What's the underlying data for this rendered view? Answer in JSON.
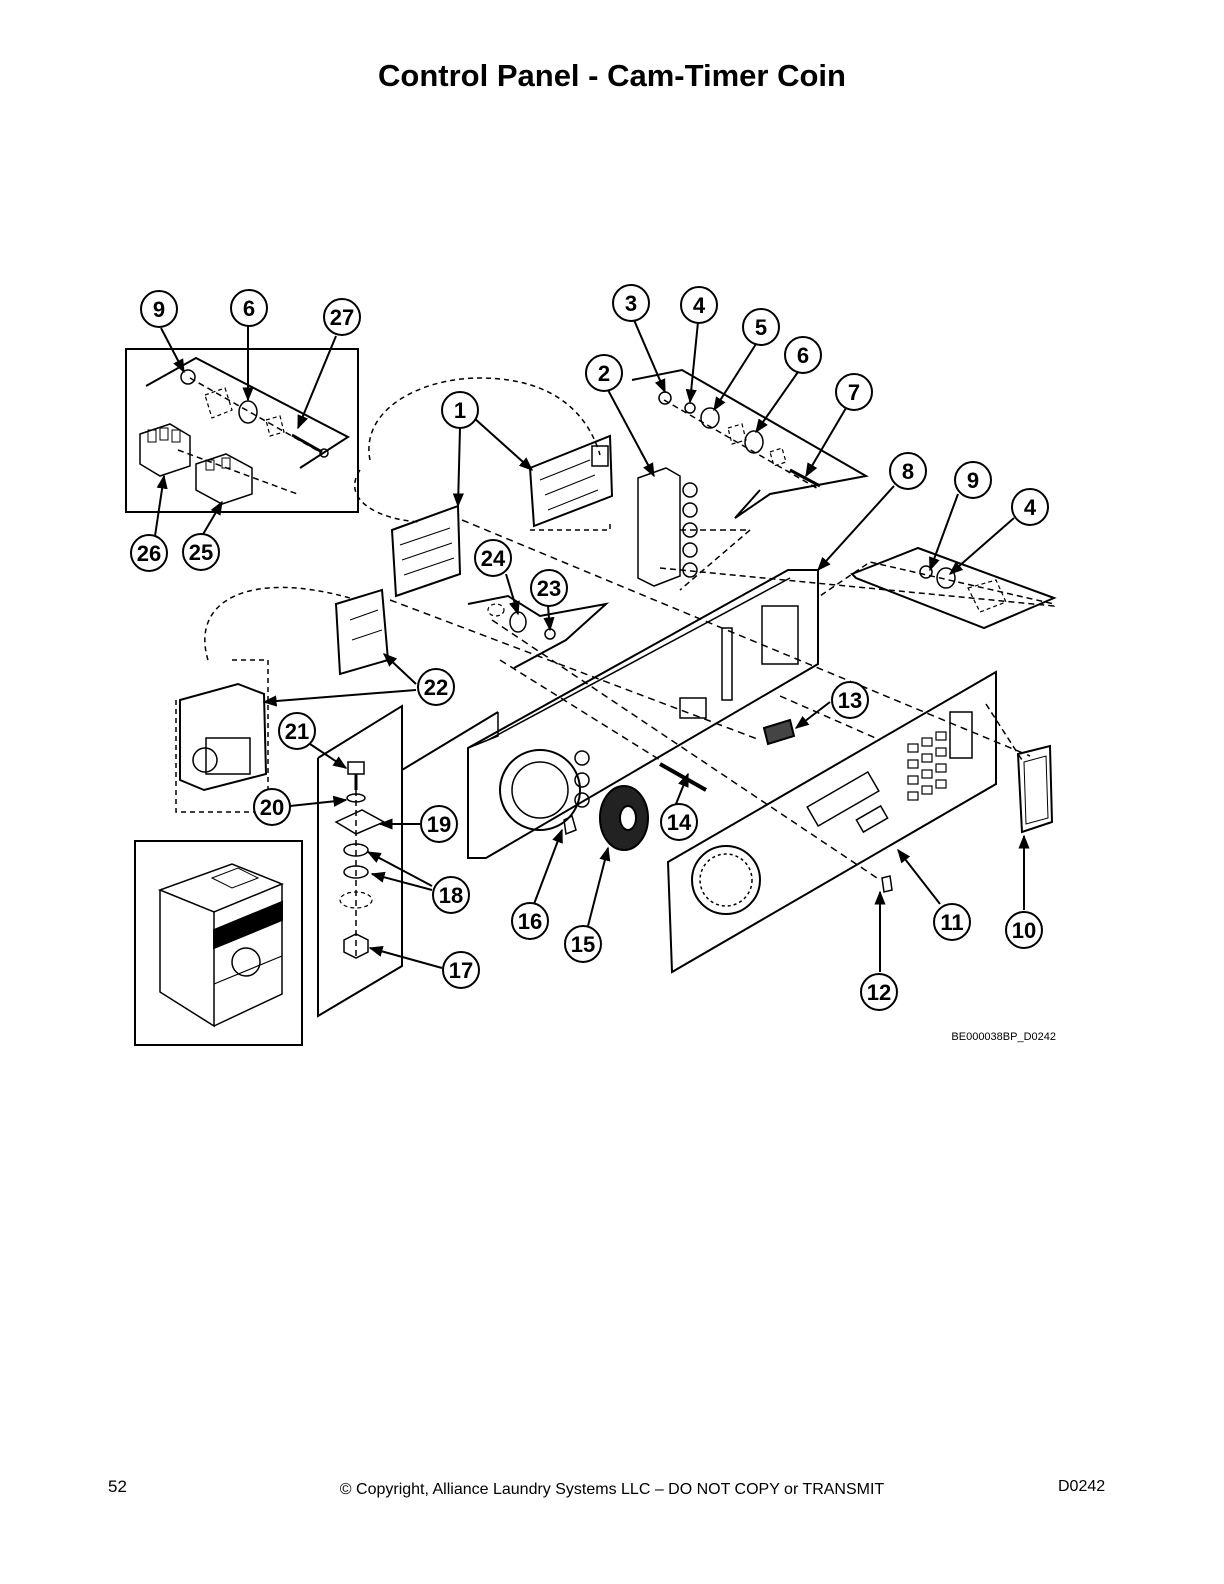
{
  "page": {
    "title": "Control Panel - Cam-Timer Coin",
    "page_number": "52",
    "copyright": "© Copyright, Alliance Laundry Systems LLC – DO NOT COPY or TRANSMIT",
    "document_code": "D0242"
  },
  "diagram": {
    "figure_id": "BE000038BP_D0242",
    "callouts": [
      "1",
      "2",
      "3",
      "4",
      "5",
      "6",
      "7",
      "8",
      "9",
      "10",
      "11",
      "12",
      "13",
      "14",
      "15",
      "16",
      "17",
      "18",
      "19",
      "20",
      "21",
      "22",
      "23",
      "24",
      "25",
      "26",
      "27"
    ],
    "callout_labels": {
      "c9a": "9",
      "c6a": "6",
      "c27": "27",
      "c26": "26",
      "c25": "25",
      "c3": "3",
      "c4a": "4",
      "c5": "5",
      "c6b": "6",
      "c7": "7",
      "c2": "2",
      "c1": "1",
      "c8": "8",
      "c9b": "9",
      "c4b": "4",
      "c24": "24",
      "c23": "23",
      "c22": "22",
      "c21": "21",
      "c20": "20",
      "c19": "19",
      "c18": "18",
      "c17": "17",
      "c16": "16",
      "c15": "15",
      "c14": "14",
      "c13": "13",
      "c12": "12",
      "c11": "11",
      "c10": "10"
    }
  }
}
